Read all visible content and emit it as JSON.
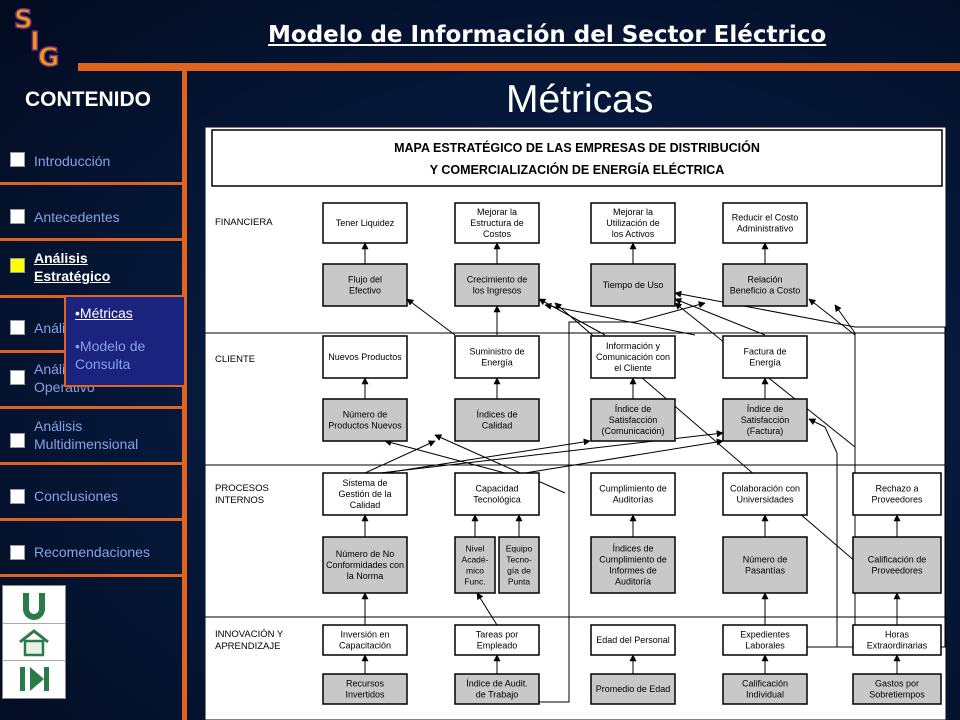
{
  "header": {
    "title": "Modelo de Información del Sector Eléctrico",
    "logo_letters": [
      "S",
      "I",
      "G"
    ]
  },
  "sidebar": {
    "heading": "CONTENIDO",
    "items": [
      {
        "label": "Introducción",
        "active": false
      },
      {
        "label": "Antecedentes",
        "active": false
      },
      {
        "label": "Análisis Estratégico",
        "active": true
      },
      {
        "label": "Análisis",
        "active": false
      },
      {
        "label": "Análisis Operativo",
        "active": false
      },
      {
        "label": "Análisis Multidimensional",
        "active": false
      },
      {
        "label": "Conclusiones",
        "active": false
      },
      {
        "label": "Recomendaciones",
        "active": false
      }
    ],
    "submenu": [
      "•Métricas",
      "•Modelo de Consulta"
    ]
  },
  "nav_buttons": [
    "back-u-icon",
    "home-icon",
    "end-icon"
  ],
  "page_title": "Métricas",
  "diagram": {
    "title_line1": "MAPA ESTRATÉGICO DE LAS EMPRESAS DE DISTRIBUCIÓN",
    "title_line2": "Y COMERCIALIZACIÓN DE ENERGÍA ELÉCTRICA",
    "perspectives": [
      "FINANCIERA",
      "CLIENTE",
      "PROCESOS INTERNOS",
      "INNOVACIÓN Y APRENDIZAJE"
    ],
    "boxes": [
      {
        "id": "tener-liquidez",
        "text": "Tener Liquidez",
        "shaded": false
      },
      {
        "id": "mejorar-estructura",
        "text": "Mejorar la Estructura de Costos",
        "shaded": false
      },
      {
        "id": "mejorar-utilizacion",
        "text": "Mejorar la Utilización de los Activos",
        "shaded": false
      },
      {
        "id": "reducir-costo",
        "text": "Reducir el Costo Administrativo",
        "shaded": false
      },
      {
        "id": "flujo-efectivo",
        "text": "Flujo del Efectivo",
        "shaded": true
      },
      {
        "id": "crecimiento-ingresos",
        "text": "Crecimiento de los Ingresos",
        "shaded": true
      },
      {
        "id": "tiempo-uso",
        "text": "Tiempo de Uso",
        "shaded": true
      },
      {
        "id": "relacion-beneficio",
        "text": "Relación Beneficio a Costo",
        "shaded": true
      },
      {
        "id": "nuevos-productos",
        "text": "Nuevos Productos",
        "shaded": false
      },
      {
        "id": "suministro-energia",
        "text": "Suministro de Energía",
        "shaded": false
      },
      {
        "id": "informacion-comunicacion",
        "text": "Información y Comunicación con el Cliente",
        "shaded": false
      },
      {
        "id": "factura-energia",
        "text": "Factura de Energía",
        "shaded": false
      },
      {
        "id": "numero-productos",
        "text": "Número de Productos Nuevos",
        "shaded": true
      },
      {
        "id": "indices-calidad",
        "text": "Índices de Calidad",
        "shaded": true
      },
      {
        "id": "indice-satisfaccion-com",
        "text": "Índice de Satisfacción (Comunicación)",
        "shaded": true
      },
      {
        "id": "indice-satisfaccion-fac",
        "text": "Índice de Satisfacción (Factura)",
        "shaded": true
      },
      {
        "id": "sistema-gestion",
        "text": "Sistema de Gestión de la Calidad",
        "shaded": false
      },
      {
        "id": "capacidad-tecnologica",
        "text": "Capacidad Tecnológica",
        "shaded": false
      },
      {
        "id": "cumplimiento-auditorias",
        "text": "Cumplimiento de Auditorías",
        "shaded": false
      },
      {
        "id": "colaboracion-universidades",
        "text": "Colaboración con Universidades",
        "shaded": false
      },
      {
        "id": "rechazo-proveedores",
        "text": "Rechazo a Proveedores",
        "shaded": false
      },
      {
        "id": "numero-no-conformidades",
        "text": "Número de No Conformidades con la Norma",
        "shaded": true
      },
      {
        "id": "nivel-academico",
        "text": "Nivel Acadé- mico Func.",
        "shaded": true
      },
      {
        "id": "equipo-tecnologia",
        "text": "Equipo Tecno- gía de Punta",
        "shaded": true
      },
      {
        "id": "indices-cumplimiento",
        "text": "Índices de Cumplimiento de Informes de Auditoría",
        "shaded": true
      },
      {
        "id": "numero-pasantias",
        "text": "Número de Pasantías",
        "shaded": true
      },
      {
        "id": "calificacion-proveedores",
        "text": "Calificación de Proveedores",
        "shaded": true
      },
      {
        "id": "inversion-capacitacion",
        "text": "Inversión en Capacitación",
        "shaded": false
      },
      {
        "id": "tareas-empleado",
        "text": "Tareas por Empleado",
        "shaded": false
      },
      {
        "id": "edad-personal",
        "text": "Edad del Personal",
        "shaded": false
      },
      {
        "id": "expedientes-laborales",
        "text": "Expedientes Laborales",
        "shaded": false
      },
      {
        "id": "horas-extraordinarias",
        "text": "Horas Extraordinarias",
        "shaded": false
      },
      {
        "id": "recursos-invertidos",
        "text": "Recursos Invertidos",
        "shaded": true
      },
      {
        "id": "indice-audit-trabajo",
        "text": "Índice de Audit. de Trabajo",
        "shaded": true
      },
      {
        "id": "promedio-edad",
        "text": "Promedio de Edad",
        "shaded": true
      },
      {
        "id": "calificacion-individual",
        "text": "Calificación Individual",
        "shaded": true
      },
      {
        "id": "gastos-sobretiempos",
        "text": "Gastos por Sobretiempos",
        "shaded": true
      }
    ]
  }
}
